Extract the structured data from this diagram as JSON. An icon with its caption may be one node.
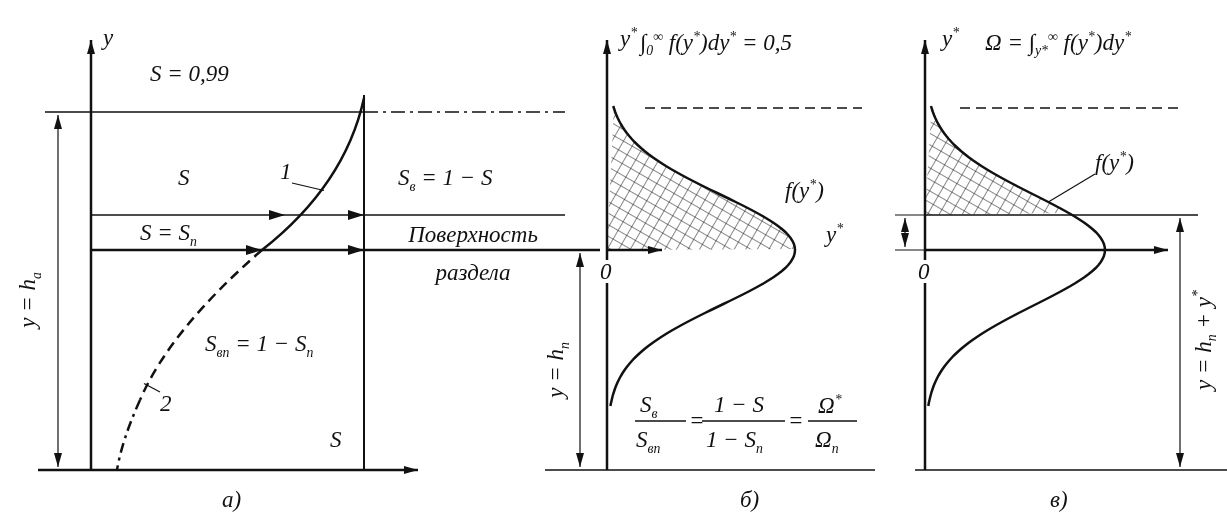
{
  "diagram": {
    "nodes": [
      {
        "text": [
          "1"
        ]
      },
      {
        "text": [
          "2"
        ]
      },
      {
        "text": [
          "f(y$^{*}$)"
        ]
      },
      {
        "text": [],
        "shape": "curve"
      }
    ],
    "edges": [
      {
        "from": 0,
        "to": null,
        "arrow": "none"
      },
      {
        "from": 1,
        "to": null,
        "arrow": "none"
      },
      {
        "from": 2,
        "to": 3,
        "arrow": "none"
      }
    ],
    "labels": [
      "y",
      "S = 0,99",
      "y = h$_{a}$",
      "S",
      "S$_{в}$ = 1 − S",
      "S = S$_{п}$",
      "Поверхность раздела",
      "S$_{вп}$ = 1 − S$_{п}$",
      "S",
      "а)",
      "y$^{*}$",
      "∫$_{0}$$^{∞}$ f(y$^{*}$)dy$^{*}$ = 0,5",
      "f(y$^{*}$)",
      "y$^{*}$",
      "0",
      "y = h$_{п}$",
      "S$_{в}$",
      "1 − S",
      "Ω$^{*}$",
      "=",
      "=",
      "S$_{вп}$",
      "1 − S$_{п}$",
      "Ω$_{п}$",
      "б)",
      "y$^{*}$",
      "Ω = ∫$_{y*}$$^{∞}$ f(y$^{*}$)dy$^{*}$",
      "0",
      "y = h$_{п}$ + y$^{*}$",
      "в)"
    ]
  }
}
